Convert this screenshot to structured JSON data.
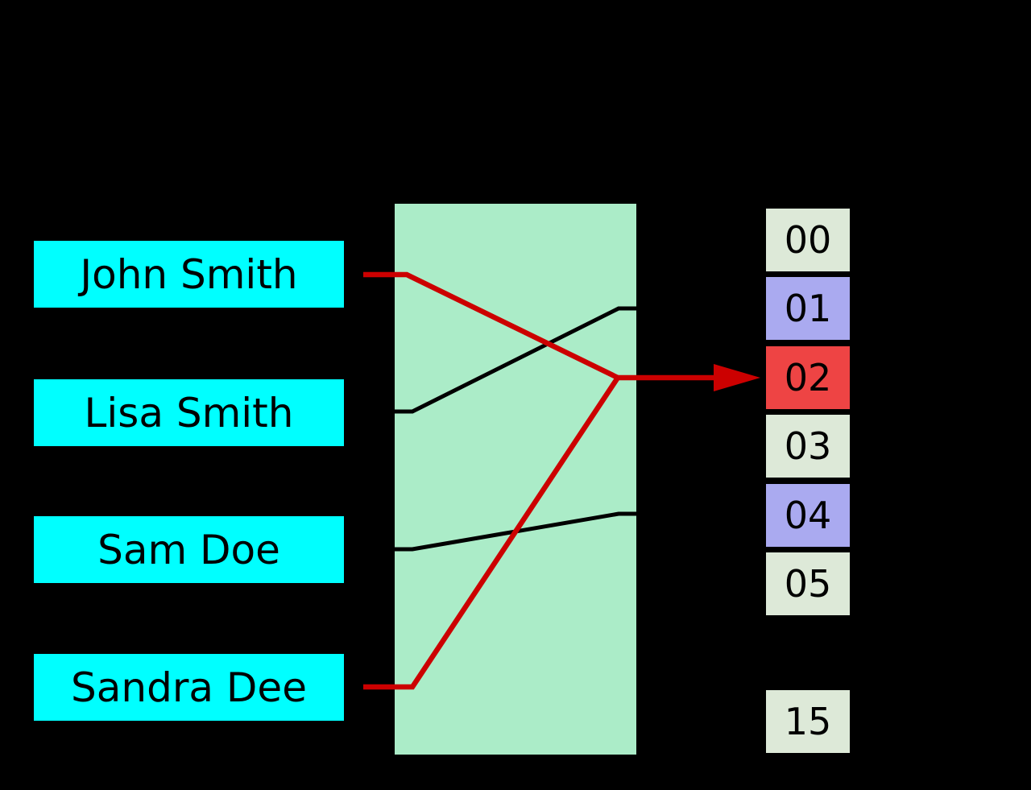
{
  "diagram": {
    "keys": [
      {
        "label": "John Smith"
      },
      {
        "label": "Lisa Smith"
      },
      {
        "label": "Sam Doe"
      },
      {
        "label": "Sandra Dee"
      }
    ],
    "buckets": [
      {
        "label": "00",
        "state": "empty"
      },
      {
        "label": "01",
        "state": "occupied"
      },
      {
        "label": "02",
        "state": "collision"
      },
      {
        "label": "03",
        "state": "empty"
      },
      {
        "label": "04",
        "state": "occupied"
      },
      {
        "label": "05",
        "state": "empty"
      },
      {
        "label": "15",
        "state": "empty"
      }
    ],
    "mappings": [
      {
        "from": "John Smith",
        "to": "02",
        "line_color": "red"
      },
      {
        "from": "Lisa Smith",
        "to": "01",
        "line_color": "black"
      },
      {
        "from": "Sam Doe",
        "to": "04",
        "line_color": "black"
      },
      {
        "from": "Sandra Dee",
        "to": "02",
        "line_color": "red"
      }
    ],
    "colors": {
      "background": "#000000",
      "key_box": "#00ffff",
      "hash_box": "#abecc8",
      "bucket_empty": "#dde9d8",
      "bucket_occupied": "#aaaaf0",
      "bucket_collision": "#ee4444",
      "line_red": "#cc0000",
      "line_black": "#000000",
      "text": "#000000"
    }
  }
}
